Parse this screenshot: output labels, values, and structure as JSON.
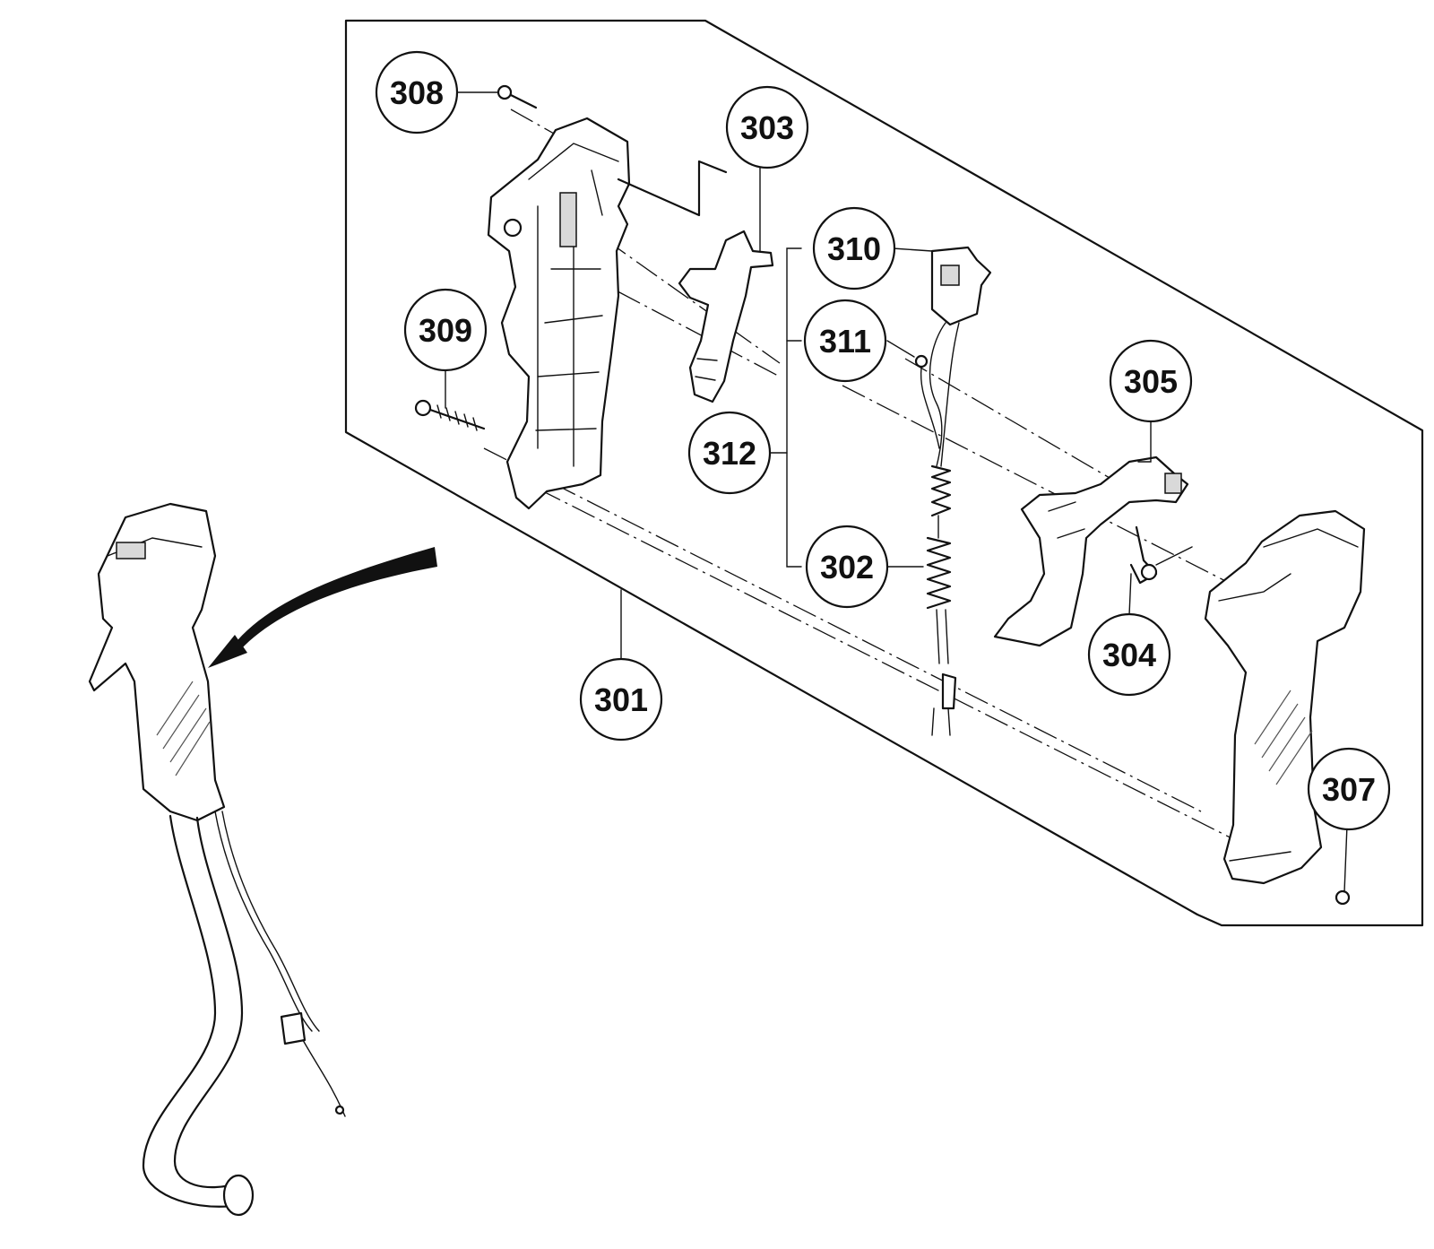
{
  "diagram": {
    "callouts": [
      {
        "id": "c301",
        "label": "301"
      },
      {
        "id": "c302",
        "label": "302"
      },
      {
        "id": "c303",
        "label": "303"
      },
      {
        "id": "c304",
        "label": "304"
      },
      {
        "id": "c305",
        "label": "305"
      },
      {
        "id": "c307",
        "label": "307"
      },
      {
        "id": "c308",
        "label": "308"
      },
      {
        "id": "c309",
        "label": "309"
      },
      {
        "id": "c310",
        "label": "310"
      },
      {
        "id": "c311",
        "label": "311"
      },
      {
        "id": "c312",
        "label": "312"
      }
    ]
  }
}
